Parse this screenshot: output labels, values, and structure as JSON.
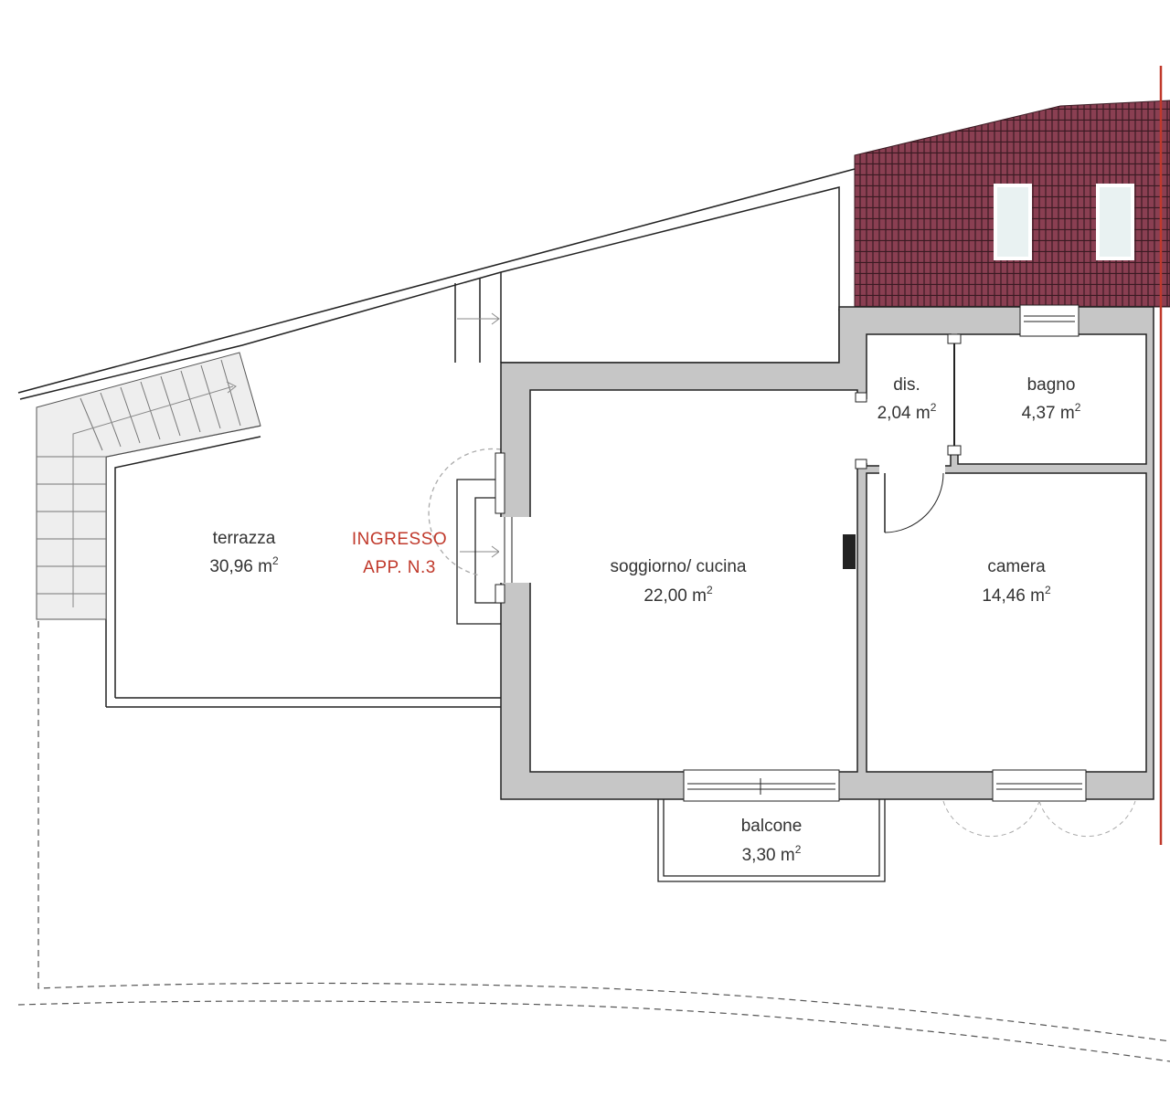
{
  "colors": {
    "wall": "#c6c6c6",
    "line": "#222222",
    "roof": "#8a3f52",
    "roof_lines": "#3a1a22",
    "entry_text": "#c0392b",
    "property_line": "#c0392b",
    "stairs": "#eeeeee"
  },
  "rooms": [
    {
      "id": "terrazza",
      "name": "terrazza",
      "area": "30,96 m",
      "unit_exp": "2"
    },
    {
      "id": "soggiorno",
      "name": "soggiorno/ cucina",
      "area": "22,00 m",
      "unit_exp": "2"
    },
    {
      "id": "dis",
      "name": "dis.",
      "area": "2,04 m",
      "unit_exp": "2"
    },
    {
      "id": "bagno",
      "name": "bagno",
      "area": "4,37 m",
      "unit_exp": "2"
    },
    {
      "id": "camera",
      "name": "camera",
      "area": "14,46 m",
      "unit_exp": "2"
    },
    {
      "id": "balcone",
      "name": "balcone",
      "area": "3,30 m",
      "unit_exp": "2"
    }
  ],
  "entry": {
    "line1": "INGRESSO",
    "line2": "APP. N.3"
  }
}
